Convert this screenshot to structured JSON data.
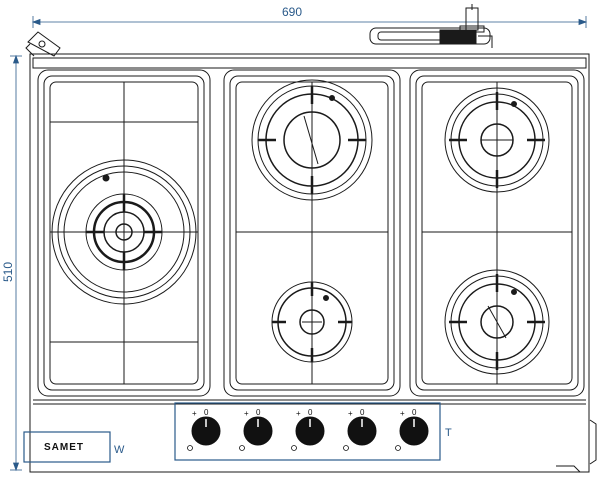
{
  "dimensions": {
    "width_label": "690",
    "height_label": "510"
  },
  "labels": {
    "brand": "SAMET",
    "control_panel_tag": "T",
    "logo_box_tag": "W"
  },
  "burners": [
    {
      "id": "wok",
      "type": "triple-ring"
    },
    {
      "id": "rear-middle",
      "type": "large"
    },
    {
      "id": "front-middle",
      "type": "small"
    },
    {
      "id": "rear-right",
      "type": "medium"
    },
    {
      "id": "front-right",
      "type": "medium"
    }
  ],
  "knobs": [
    {
      "plus": "+",
      "off": "0"
    },
    {
      "plus": "+",
      "off": "0"
    },
    {
      "plus": "+",
      "off": "0"
    },
    {
      "plus": "+",
      "off": "0"
    },
    {
      "plus": "+",
      "off": "0"
    }
  ],
  "colors": {
    "line": "#1a1a1a",
    "dimension": "#2a5a8a"
  }
}
